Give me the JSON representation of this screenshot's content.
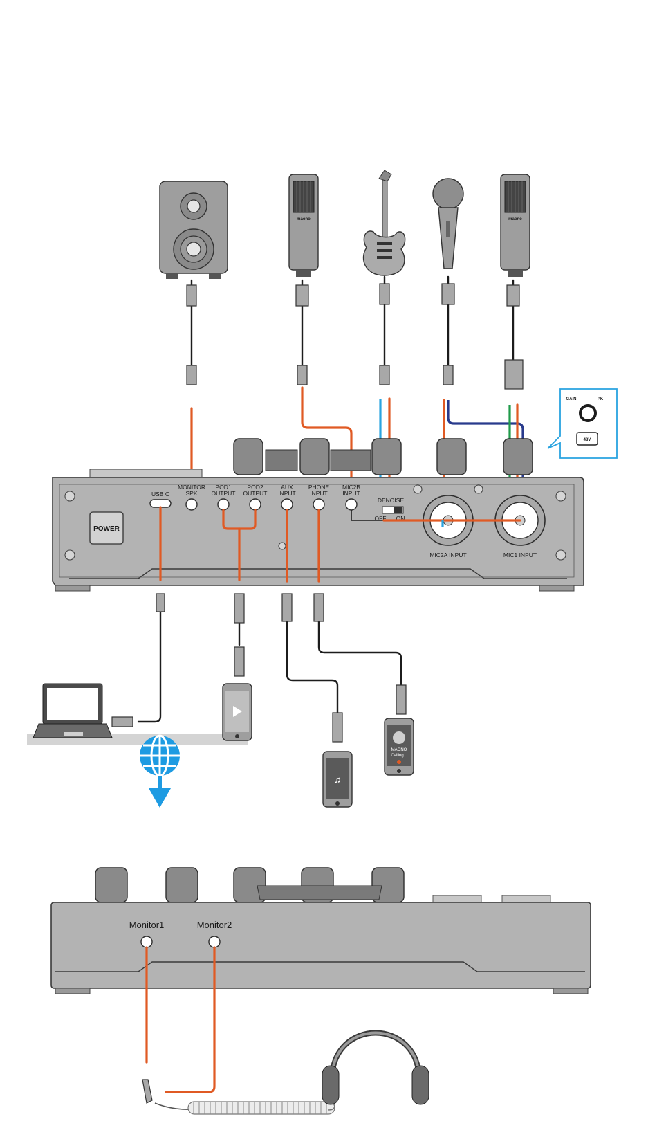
{
  "device_top": {
    "power_label": "POWER",
    "usb_label": "USB C",
    "monitor_spk_label_1": "MONITOR",
    "monitor_spk_label_2": "SPK",
    "pod1_label_1": "POD1",
    "pod1_label_2": "OUTPUT",
    "pod2_label_1": "POD2",
    "pod2_label_2": "OUTPUT",
    "aux_label_1": "AUX",
    "aux_label_2": "INPUT",
    "phone_label_1": "PHONE",
    "phone_label_2": "INPUT",
    "mic2b_label_1": "MIC2B",
    "mic2b_label_2": "INPUT",
    "denoise_label": "DENOISE",
    "denoise_off": "OFF",
    "denoise_on": "ON",
    "mic2a_label": "MIC2A  INPUT",
    "mic1_label": "MIC1  INPUT"
  },
  "callout": {
    "knob_left": "GAIN",
    "knob_right": "PK",
    "phantom_label": "48V"
  },
  "microphones": {
    "brand": "maono"
  },
  "phones": {
    "caller_name": "MAONO",
    "caller_status": "Calling..."
  },
  "device_bottom": {
    "monitor1_label": "Monitor1",
    "monitor2_label": "Monitor2"
  },
  "colors": {
    "cable_orange": "#e05a24",
    "cable_blue": "#29a3e0",
    "cable_green": "#1f9a4a",
    "cable_navy": "#283a8c",
    "internet_blue": "#1e9be2"
  }
}
